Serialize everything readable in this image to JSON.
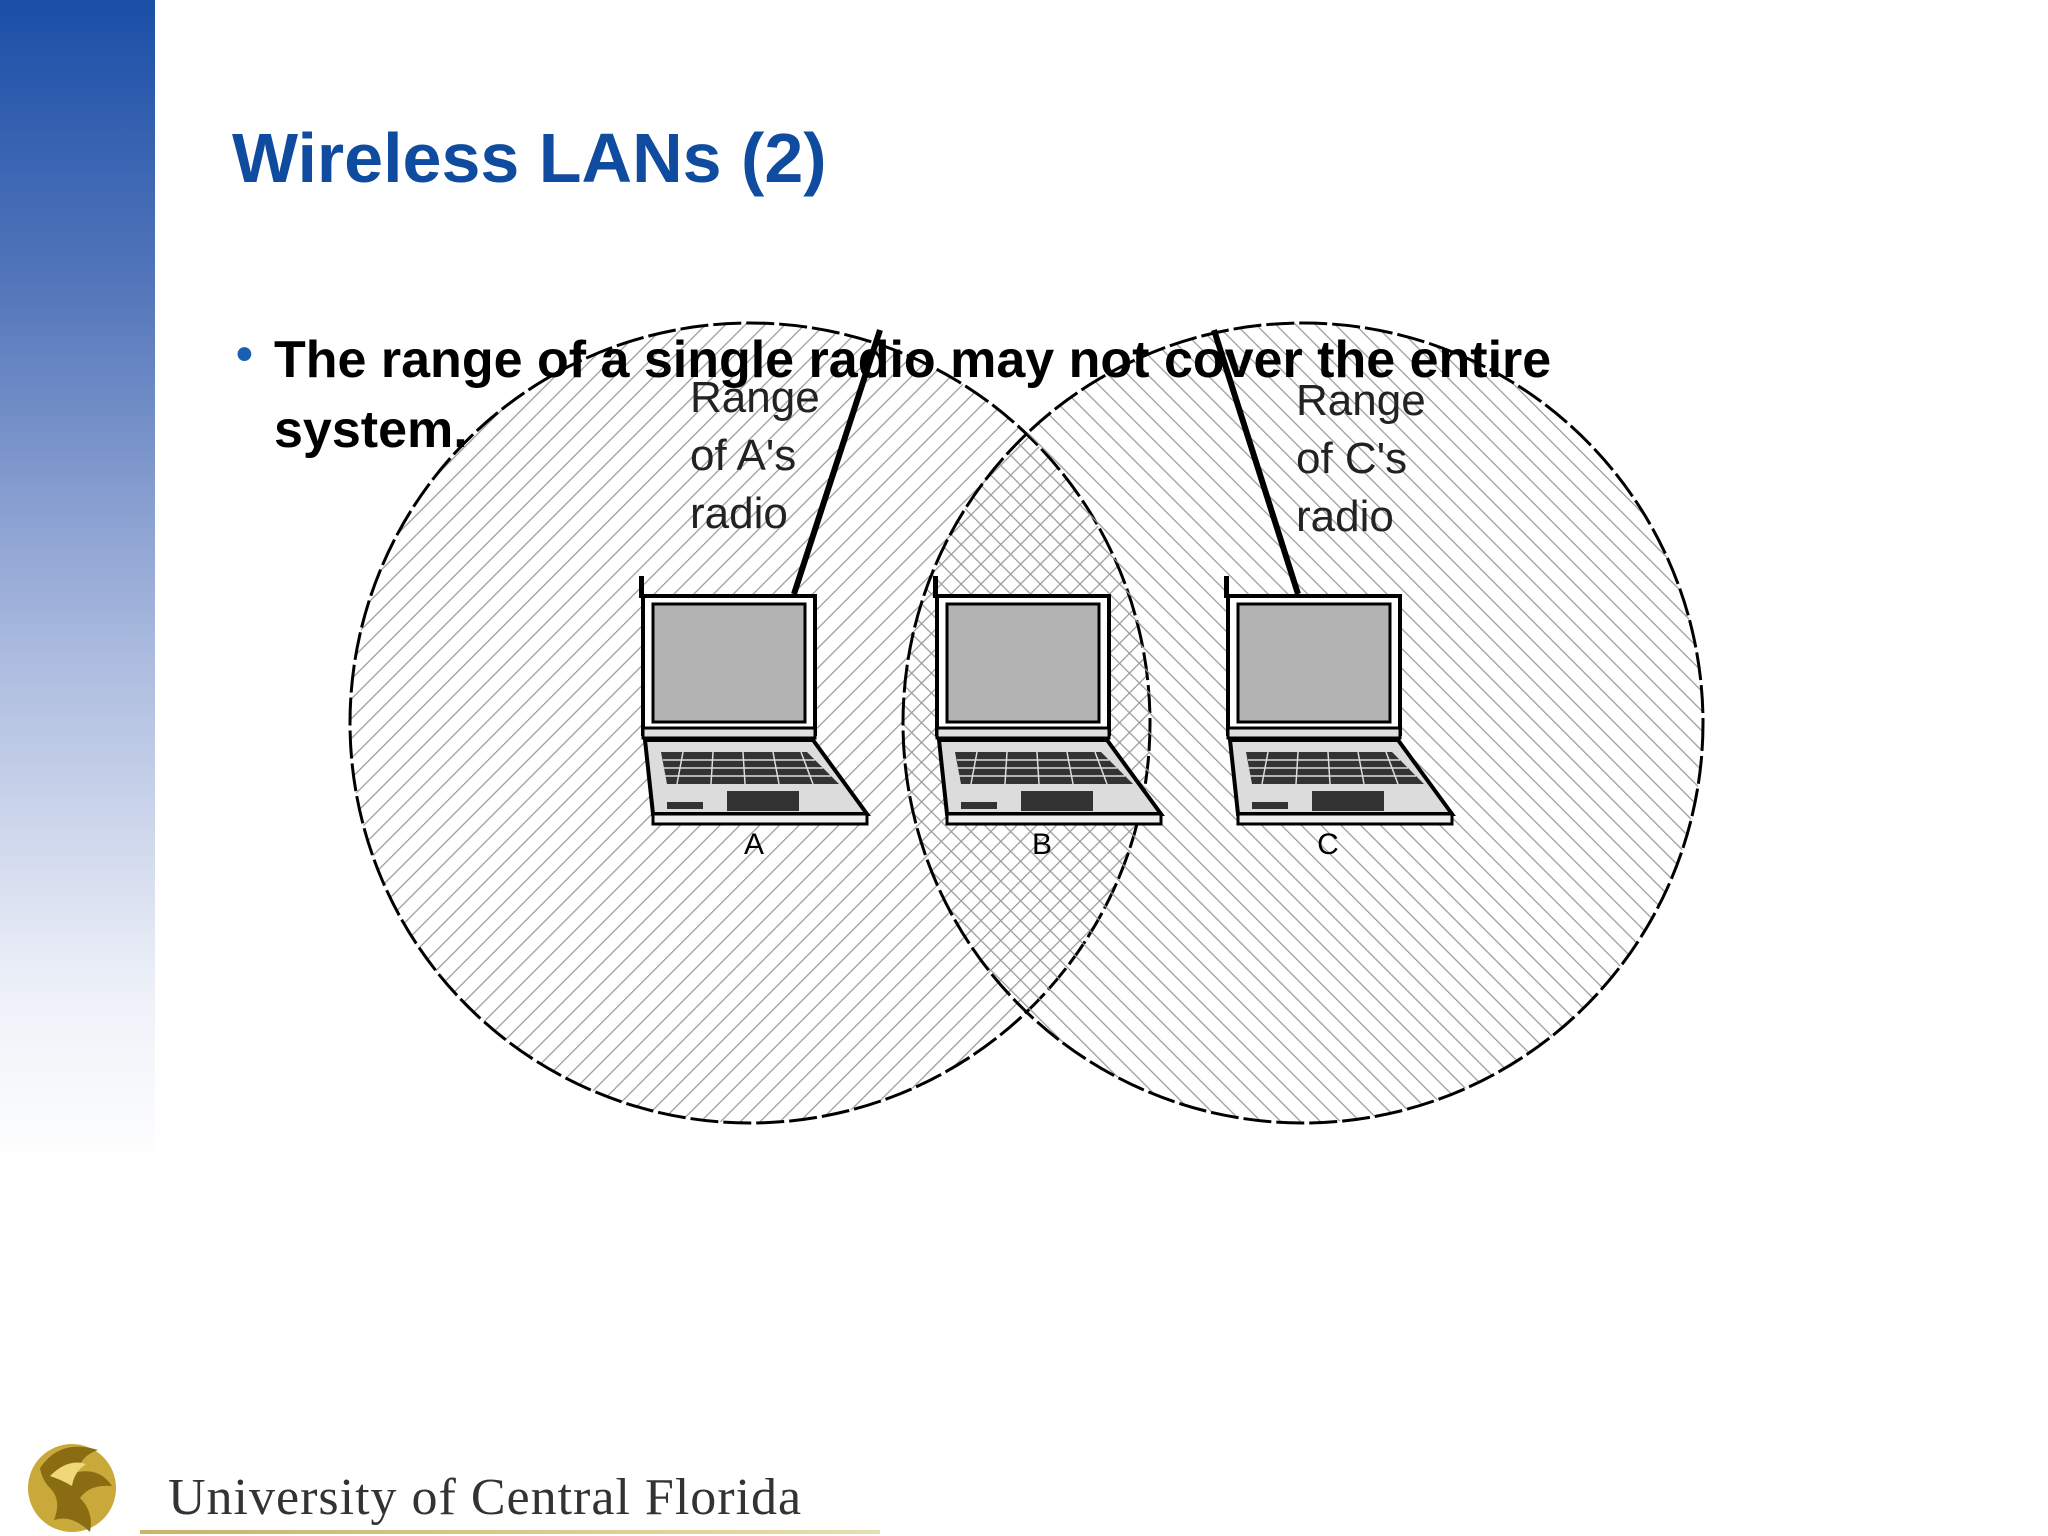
{
  "slide": {
    "title": "Wireless LANs (2)",
    "bullets": [
      "The range of a single radio may not cover the entire system."
    ]
  },
  "diagram": {
    "range_a_lines": [
      "Range",
      "of A's",
      "radio"
    ],
    "range_c_lines": [
      "Range",
      "of C's",
      "radio"
    ],
    "laptops": [
      "A",
      "B",
      "C"
    ]
  },
  "footer": {
    "institution": "University of Central Florida"
  },
  "colors": {
    "title": "#0f4c9f",
    "sidebar_top": "#1a4fa8",
    "footer_gold": "#c8a93a"
  }
}
